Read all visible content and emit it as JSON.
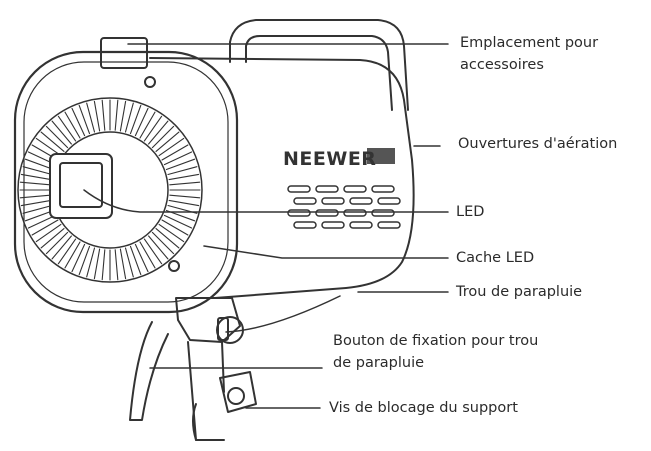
{
  "brand": "NEEWER",
  "colors": {
    "ink": "#333333",
    "text": "#2b2b2b",
    "background": "#ffffff"
  },
  "callouts": {
    "accessory_slot": {
      "line1": "Emplacement pour",
      "line2": "accessoires"
    },
    "air_vents": "Ouvertures d'aération",
    "led": "LED",
    "led_cover": "Cache LED",
    "umbrella_hole": "Trou de parapluie",
    "umbrella_knob": {
      "line1": "Bouton de fixation pour trou",
      "line2": "de parapluie"
    },
    "bracket_lock": "Vis de blocage du support"
  }
}
